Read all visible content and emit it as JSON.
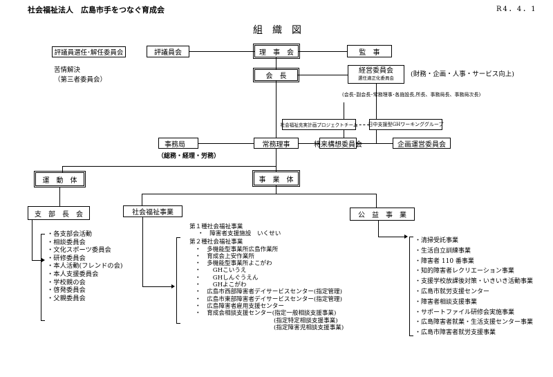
{
  "header": {
    "org": "社会福祉法人　広島市手をつなぐ育成会",
    "date": "R4．4．1",
    "title": "組　織　図"
  },
  "boxes": {
    "hyogiin_sennin": "評議員選任･解任委員会",
    "kujo": [
      "苦情解決",
      "（第三者委員会）"
    ],
    "hyogiinkai": "評議員会",
    "rijikai": "理　事　会",
    "kanji": "監　事",
    "kaicho": "会　長",
    "keiei": "経営委員会",
    "keiei_sub": "選任適正化委員会",
    "keiei_note": "(財務・企画・人事・サービス向上)",
    "keiei_members": "(会長･副会長･常務理事･各施設長,所長、事務局長、事務局次長)",
    "project": "社会福祉充実計画プロジェクトチーム",
    "nicchu": "日中支援型GHワーキンググループ",
    "jimukyoku": "事務局",
    "jimukyoku_note": "（総務・経理・労務）",
    "jomu": "常務理事",
    "shorai": "将来構想委員会",
    "kikaku": "企画運営委員会",
    "undotai": "運　動　体",
    "jigyotai": "事　業　体",
    "shibu": "支　部　長　会",
    "shakai": "社会福祉事業",
    "koeki": "公　益　事　業"
  },
  "undo_items": [
    "・各支部会活動",
    "・相談委員会",
    "・文化スポーツ委員会",
    "・研修委員会",
    "・本人活動(フレンドの会)",
    "・本人支援委員会",
    "・学校親の会",
    "・啓発委員会",
    "・父親委員会"
  ],
  "shakai_items": {
    "first_head": "第１種社会福祉事業",
    "first": [
      "・　障害者支援施設　いくせい"
    ],
    "second_head": "第２種社会福祉事業",
    "second": [
      "・　多機能型事業所広島作業所",
      "・　育成会上安作業所",
      "・　多機能型事業所よこがわ",
      "・　　GHこいうえ",
      "・　　GHしんぐうえん",
      "・　　GHよこがわ",
      "・　広島市西部障害者デイサービスセンター(指定管理)",
      "・　広島市東部障害者デイサービスセンター(指定管理)",
      "・　広島障害者雇用支援センター",
      "・　育成会相談支援センター(指定一般相談支援事業)"
    ],
    "second_cont": [
      "(指定特定相談支援事業)",
      "(指定障害児相談支援事業)"
    ]
  },
  "koeki_items": [
    "・清掃受託事業",
    "・生活自立訓練事業",
    "・障害者 110 番事業",
    "・知的障害者レクリエーション事業",
    "・支援学校放課後対策・いきいき活動事業",
    "・広島市就労支援センター",
    "・障害者相談支援事業",
    "・サポートファイル研修会実施事業",
    "・広島障害者就業・生活支援センター事業",
    "・広島市障害者就労支援事業"
  ]
}
